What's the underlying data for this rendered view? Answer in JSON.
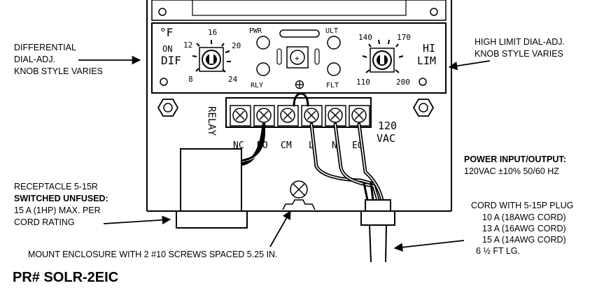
{
  "panel": {
    "temp_unit": "°F",
    "dif": {
      "on": "ON",
      "label": "DIF",
      "ticks": [
        "12",
        "16",
        "20",
        "24",
        "8"
      ]
    },
    "center": {
      "pwr": "PWR",
      "rly": "RLY",
      "ult": "ULT",
      "flt": "FLT"
    },
    "hi": {
      "line1": "HI",
      "line2": "LIM",
      "ticks": [
        "140",
        "170",
        "110",
        "200"
      ]
    }
  },
  "terminals": {
    "relay_label": "RELAY",
    "labels": [
      "NC",
      "NO",
      "CM",
      "L",
      "N",
      "EG"
    ],
    "voltage": {
      "line1": "120",
      "line2": "VAC"
    }
  },
  "callouts": {
    "differential": [
      "DIFFERENTIAL",
      "DIAL-ADJ.",
      "KNOB STYLE VARIES"
    ],
    "high_limit": [
      "HIGH LIMIT DIAL-ADJ.",
      "KNOB STYLE VARIES"
    ],
    "receptacle": [
      "RECEPTACLE 5-15R",
      "SWITCHED UNFUSED:",
      "15 A (1HP) MAX. PER",
      "CORD RATING"
    ],
    "power": [
      "POWER INPUT/OUTPUT:",
      "120VAC ±10% 50/60 HZ"
    ],
    "cord": [
      "CORD WITH 5-15P PLUG",
      "10 A (18AWG CORD)",
      "13 A (16AWG CORD)",
      "15 A (14AWG CORD)",
      "6 ½ FT LG."
    ],
    "mount": "MOUNT ENCLOSURE WITH 2 #10 SCREWS SPACED 5.25 IN."
  },
  "part_number": "PR# SOLR-2EIC"
}
